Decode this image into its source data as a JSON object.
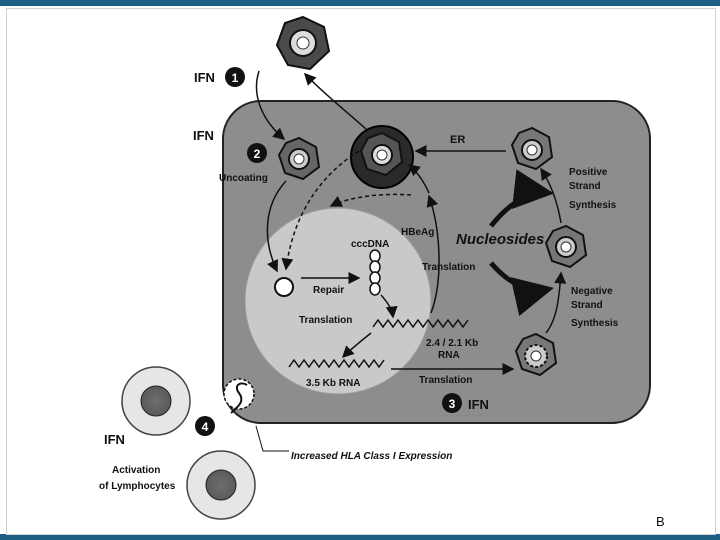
{
  "labels": {
    "ifn_1": "IFN",
    "ifn_2": "IFN",
    "ifn_3": "IFN",
    "ifn_4": "IFN",
    "step_1": "1",
    "step_2": "2",
    "step_3": "3",
    "step_4": "4",
    "uncoating": "Uncoating",
    "er": "ER",
    "hbeag": "HBeAg",
    "cccdna": "cccDNA",
    "repair": "Repair",
    "translation_top": "Translation",
    "translation_mid": "Translation",
    "translation_bottom": "Translation",
    "nucleosides": "Nucleosides",
    "positive_1": "Positive",
    "positive_2": "Strand",
    "positive_3": "Synthesis",
    "negative_1": "Negative",
    "negative_2": "Strand",
    "negative_3": "Synthesis",
    "rna_small_1": "2.4 / 2.1 Kb",
    "rna_small_2": "RNA",
    "rna_large": "3.5 Kb RNA",
    "hla": "Increased HLA Class I Expression",
    "activation_1": "Activation",
    "activation_2": "of Lymphocytes",
    "corner": "B"
  },
  "colors": {
    "cell": "#8d8d8d",
    "nucleus": "#c9c9c9",
    "virion": "#4a4a4a",
    "accent_bar": "#1f5f86"
  }
}
